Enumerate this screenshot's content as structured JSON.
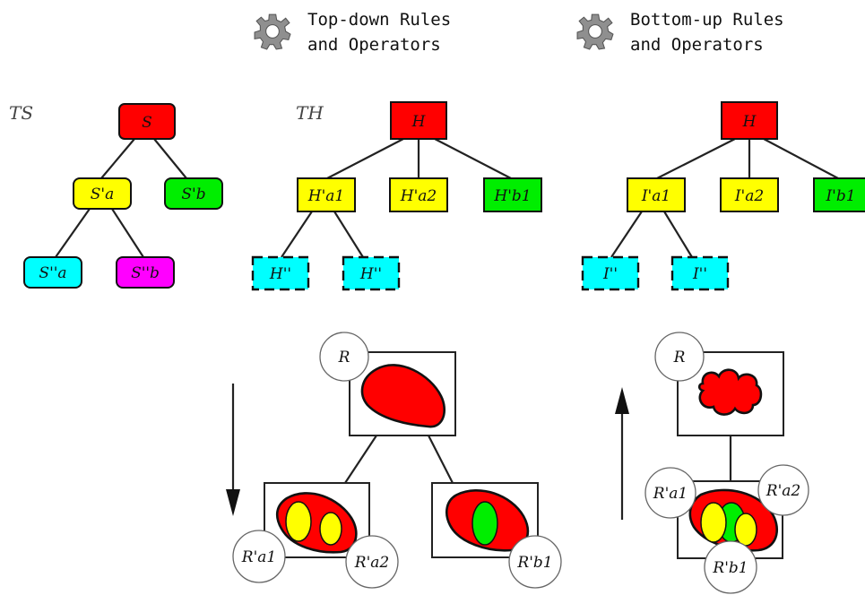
{
  "headers": {
    "topdown_line1": "Top-down Rules",
    "topdown_line2": "and Operators",
    "bottomup_line1": "Bottom-up Rules",
    "bottomup_line2": "and Operators"
  },
  "trees": {
    "ts_label": "TS",
    "th_label": "TH",
    "ts": {
      "root": "S",
      "a": "S'a",
      "b": "S'b",
      "aa": "S''a",
      "ab": "S''b"
    },
    "th": {
      "root": "H",
      "a1": "H'a1",
      "a2": "H'a2",
      "b1": "H'b1",
      "c1": "H''",
      "c2": "H''"
    },
    "ti": {
      "root": "H",
      "a1": "I'a1",
      "a2": "I'a2",
      "b1": "I'b1",
      "c1": "I''",
      "c2": "I''"
    }
  },
  "regions": {
    "topdown": {
      "root": "R",
      "a1": "R'a1",
      "a2": "R'a2",
      "b1": "R'b1"
    },
    "bottomup": {
      "root": "R",
      "a1": "R'a1",
      "a2": "R'a2",
      "b1": "R'b1"
    }
  },
  "colors": {
    "red": "#ff0000",
    "yellow": "#ffff00",
    "green": "#00ee00",
    "cyan": "#00ffff",
    "magenta": "#ff00ff",
    "gear": "#8f8f8f"
  },
  "icons": {
    "header_icon": "gear-icon"
  }
}
